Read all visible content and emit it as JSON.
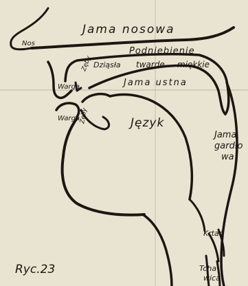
{
  "figure": {
    "caption": "Ryc.23",
    "labels": {
      "nasal_cavity": "Jama nosowa",
      "nose": "Nos",
      "palate": "Podniebienie",
      "hard": "twarde",
      "soft": "miękkie",
      "gums": "Dziąsła",
      "teeth_upper": "Zęby",
      "teeth_lower": "Zęby",
      "lip_upper": "Warga",
      "lip_lower": "Warga",
      "oral_cavity": "Jama ustna",
      "tongue": "Język",
      "pharynx_1": "Jama",
      "pharynx_2": "gardło",
      "pharynx_3": "wa",
      "larynx": "Krtań",
      "trachea_1": "Tcha",
      "trachea_2": "wica"
    },
    "colors": {
      "ink": "#1a1712",
      "paper": "#e9e3d1"
    }
  }
}
